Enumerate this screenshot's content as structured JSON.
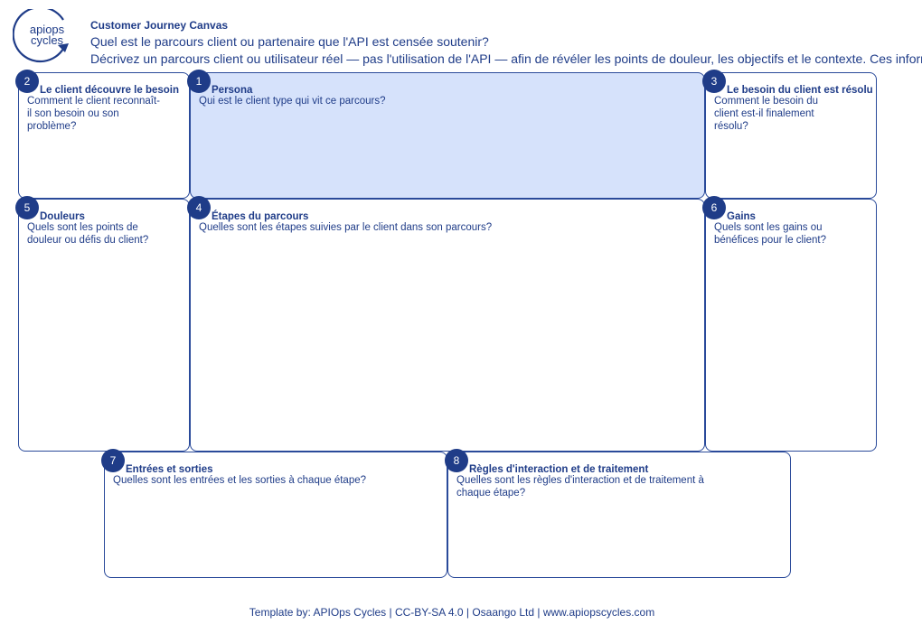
{
  "logo": {
    "text": "apiops cycles"
  },
  "header": {
    "title": "Customer Journey Canvas",
    "subtitle": "Quel est le parcours client ou partenaire que l'API est censée soutenir?",
    "description": "Décrivez un parcours client ou utilisateur réel — pas l'utilisation de l'API — afin de révéler les points de douleur, les objectifs et le contexte. Ces informations"
  },
  "boxes": {
    "need_discovered": {
      "number": "2",
      "title": "Le client découvre le besoin",
      "question": "Comment le client reconnaît-il son besoin ou son problème?"
    },
    "persona": {
      "number": "1",
      "title": "Persona",
      "question": "Qui est le client type qui vit ce parcours?"
    },
    "need_resolved": {
      "number": "3",
      "title": "Le besoin du client est résolu",
      "question": "Comment le besoin du client est-il finalement résolu?"
    },
    "pains": {
      "number": "5",
      "title": "Douleurs",
      "question": "Quels sont les points de douleur ou défis du client?"
    },
    "journey_steps": {
      "number": "4",
      "title": "Étapes du parcours",
      "question": "Quelles sont les étapes suivies par le client dans son parcours?"
    },
    "gains": {
      "number": "6",
      "title": "Gains",
      "question": "Quels sont les gains ou bénéfices pour le client?"
    },
    "inputs_outputs": {
      "number": "7",
      "title": "Entrées et sorties",
      "question": "Quelles sont les entrées et les sorties à chaque étape?"
    },
    "rules": {
      "number": "8",
      "title": "Règles d'interaction et de traitement",
      "question": "Quelles sont les règles d'interaction et de traitement à chaque étape?"
    }
  },
  "footer": {
    "text": "Template by: APIOps Cycles | CC-BY-SA 4.0 | Osaango Ltd | www.apiopscycles.com"
  },
  "colors": {
    "primary": "#1f3c88",
    "highlight": "#d6e2fb",
    "border": "#2a4a9a"
  }
}
